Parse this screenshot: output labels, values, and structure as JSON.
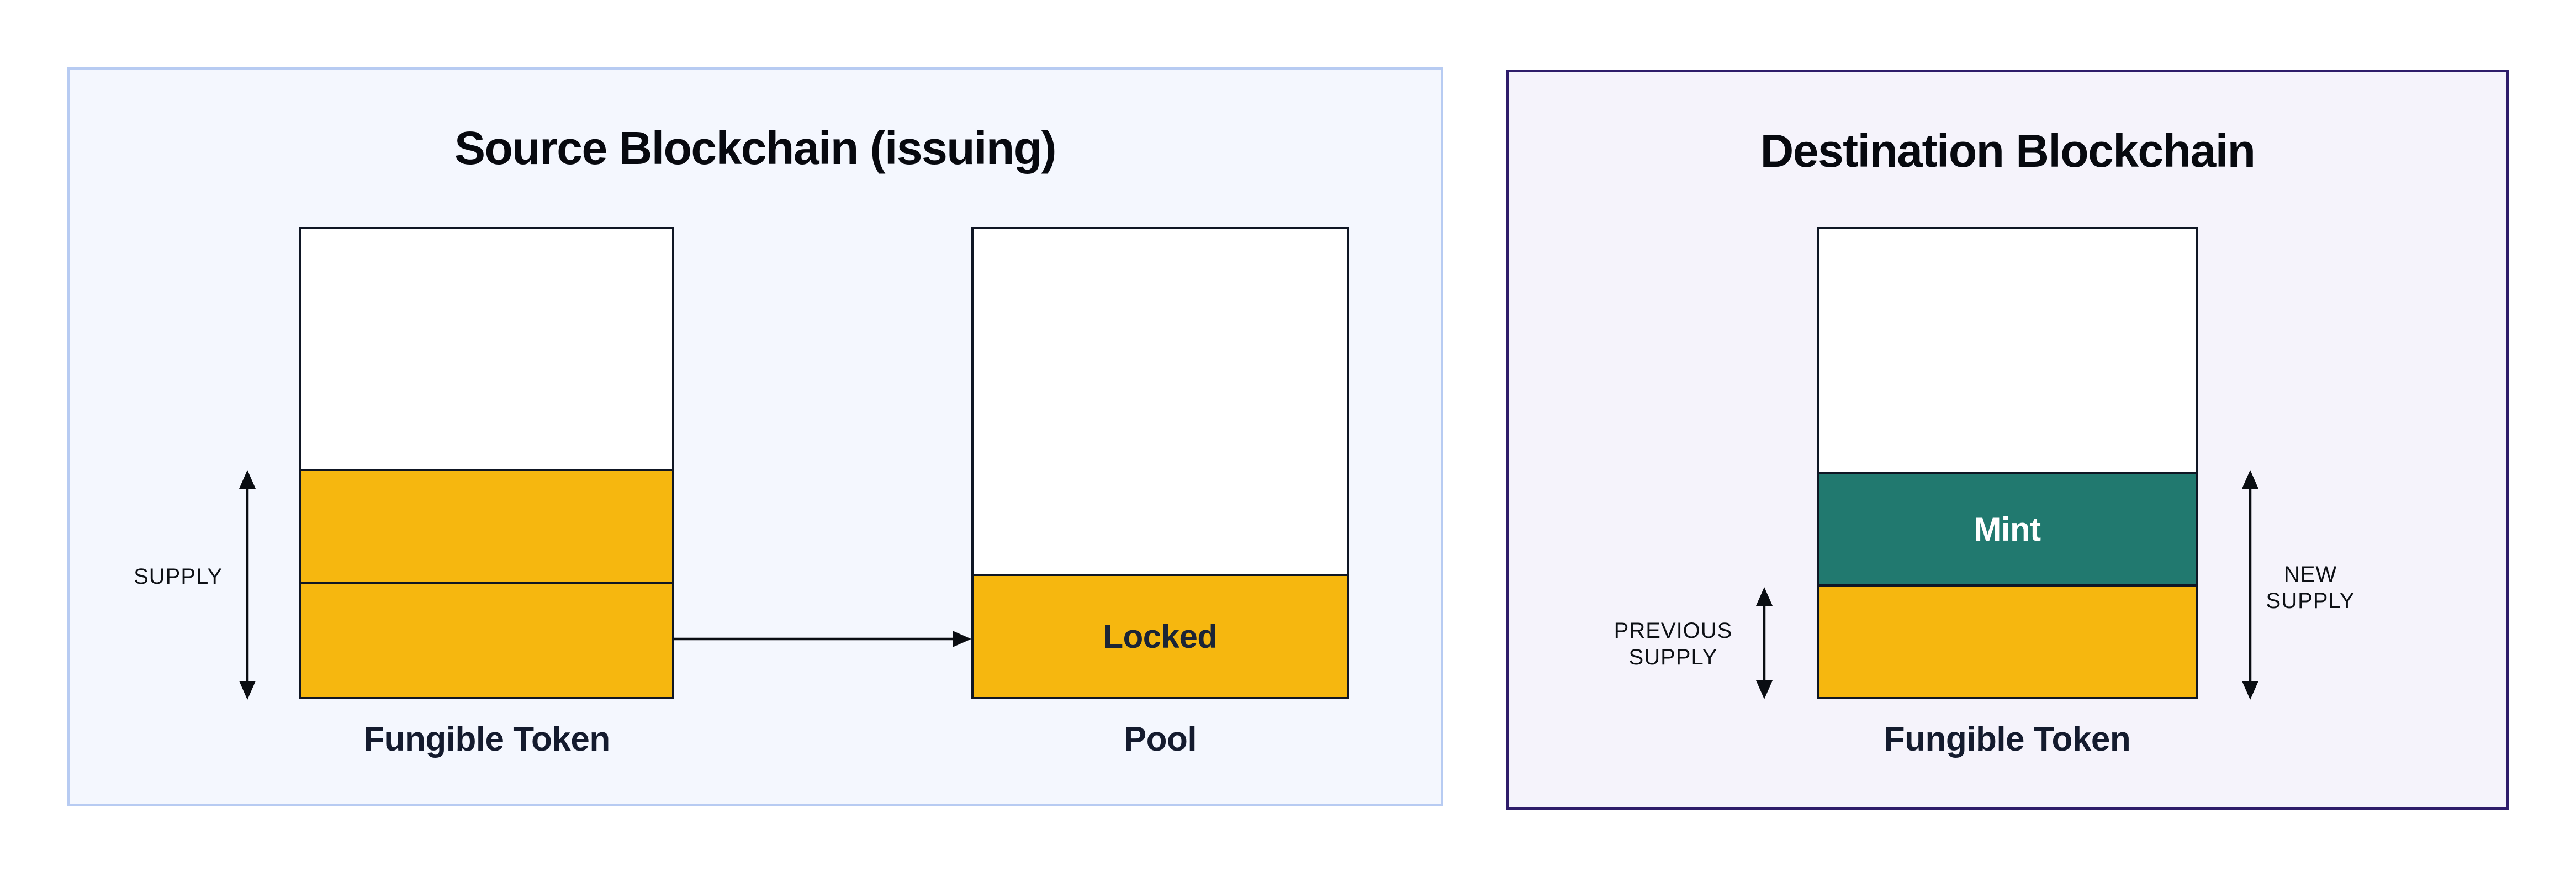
{
  "colors": {
    "source_panel_bg": "#f4f7fe",
    "source_panel_border": "#b7cbf2",
    "dest_panel_bg": "#f5f3fb",
    "dest_panel_border": "#2e1c6a",
    "token_yellow": "#f6b70f",
    "mint_teal": "#21796f",
    "box_border": "#0f1624",
    "arrow_color": "#0a0d12",
    "title_text": "#07090f",
    "caption_text": "#141b2e",
    "small_label_text": "#0d1015",
    "section_label_text": "#1c2536",
    "mint_text": "#ffffff"
  },
  "source_panel": {
    "title": "Source Blockchain (issuing)",
    "supply_label": "SUPPLY",
    "fungible_token_label": "Fungible Token",
    "pool_label": "Pool",
    "locked_label": "Locked"
  },
  "destination_panel": {
    "title": "Destination Blockchain",
    "previous_supply_label": "PREVIOUS\nSUPPLY",
    "new_supply_label": "NEW\nSUPPLY",
    "mint_label": "Mint",
    "fungible_token_label": "Fungible Token"
  }
}
